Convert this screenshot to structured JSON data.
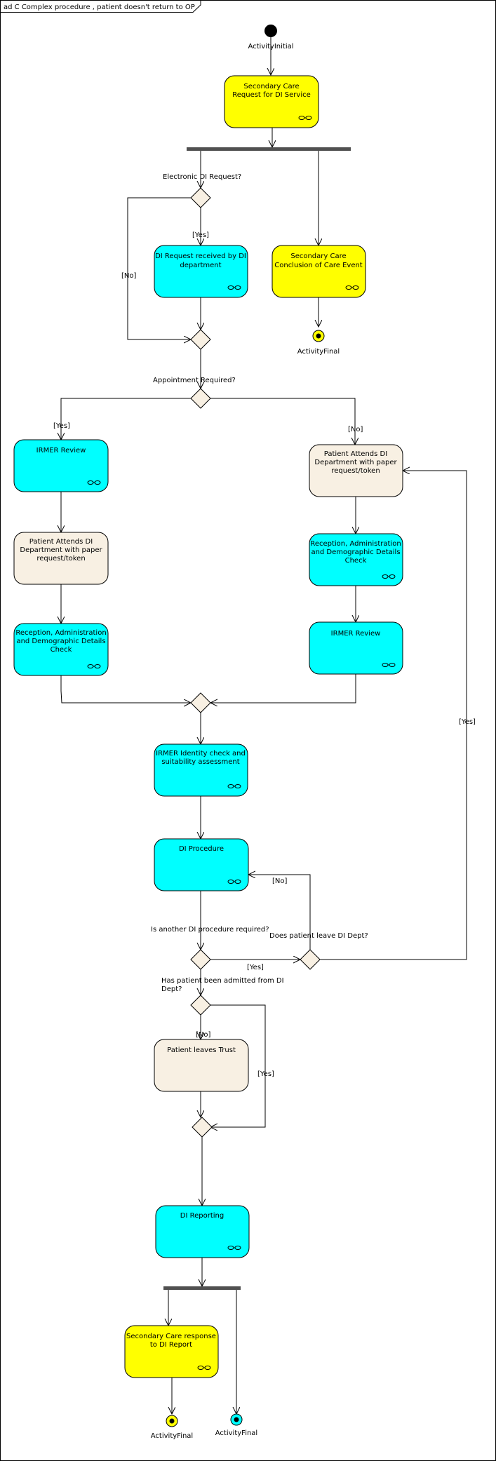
{
  "frame": {
    "title": "ad C Complex procedure , patient doesn't return to OP"
  },
  "colors": {
    "yellow": "#ffff00",
    "cyan": "#00ffff",
    "beige": "#f8f0e3",
    "bar": "#505050"
  },
  "nodes": {
    "initial": {
      "label": "ActivityInitial"
    },
    "a1": {
      "lines": [
        "Secondary Care",
        "Request for DI Service"
      ],
      "icon": "rake-icon"
    },
    "q_electronic": {
      "label": "Electronic DI Request?"
    },
    "yes1": "[Yes]",
    "no1": "[No]",
    "a2": {
      "lines": [
        "DI Request received by DI",
        "department"
      ],
      "icon": "rake-icon"
    },
    "a3": {
      "lines": [
        "Secondary Care",
        "Conclusion of Care Event"
      ],
      "icon": "rake-icon"
    },
    "final1": {
      "label": "ActivityFinal"
    },
    "q_appt": {
      "label": "Appointment Required?"
    },
    "yes2": "[Yes]",
    "no2": "[No]",
    "a4": {
      "lines": [
        "IRMER Review"
      ],
      "icon": "rake-icon"
    },
    "a5": {
      "lines": [
        "Patient Attends DI",
        "Department with paper",
        "request/token"
      ]
    },
    "a6": {
      "lines": [
        "Reception, Administration",
        "and Demographic Details",
        "Check"
      ],
      "icon": "rake-icon"
    },
    "a7": {
      "lines": [
        "Patient Attends DI",
        "Department with paper",
        "request/token"
      ]
    },
    "a8": {
      "lines": [
        "Reception, Administration",
        "and Demographic Details",
        "Check"
      ],
      "icon": "rake-icon"
    },
    "a9": {
      "lines": [
        "IRMER Review"
      ],
      "icon": "rake-icon"
    },
    "a10": {
      "lines": [
        "IRMER Identity check and",
        "suitability assessment"
      ],
      "icon": "rake-icon"
    },
    "a11": {
      "lines": [
        "DI Procedure"
      ],
      "icon": "rake-icon"
    },
    "q_another": {
      "label": "Is another DI procedure required?"
    },
    "q_leave": {
      "label": "Does patient leave DI Dept?"
    },
    "yes_another": "[Yes]",
    "no_leave": "[No]",
    "yes_leave": "[Yes]",
    "q_admitted": {
      "lines": [
        "Has patient been admitted from DI",
        "Dept?"
      ]
    },
    "no_admitted": "[No]",
    "yes_admitted": "[Yes]",
    "a12": {
      "lines": [
        "Patient leaves Trust"
      ]
    },
    "a13": {
      "lines": [
        "DI Reporting"
      ],
      "icon": "rake-icon"
    },
    "a14": {
      "lines": [
        "Secondary Care response",
        "to DI Report"
      ],
      "icon": "rake-icon"
    },
    "final2": {
      "label": "ActivityFinal"
    },
    "final3": {
      "label": "ActivityFinal"
    }
  }
}
